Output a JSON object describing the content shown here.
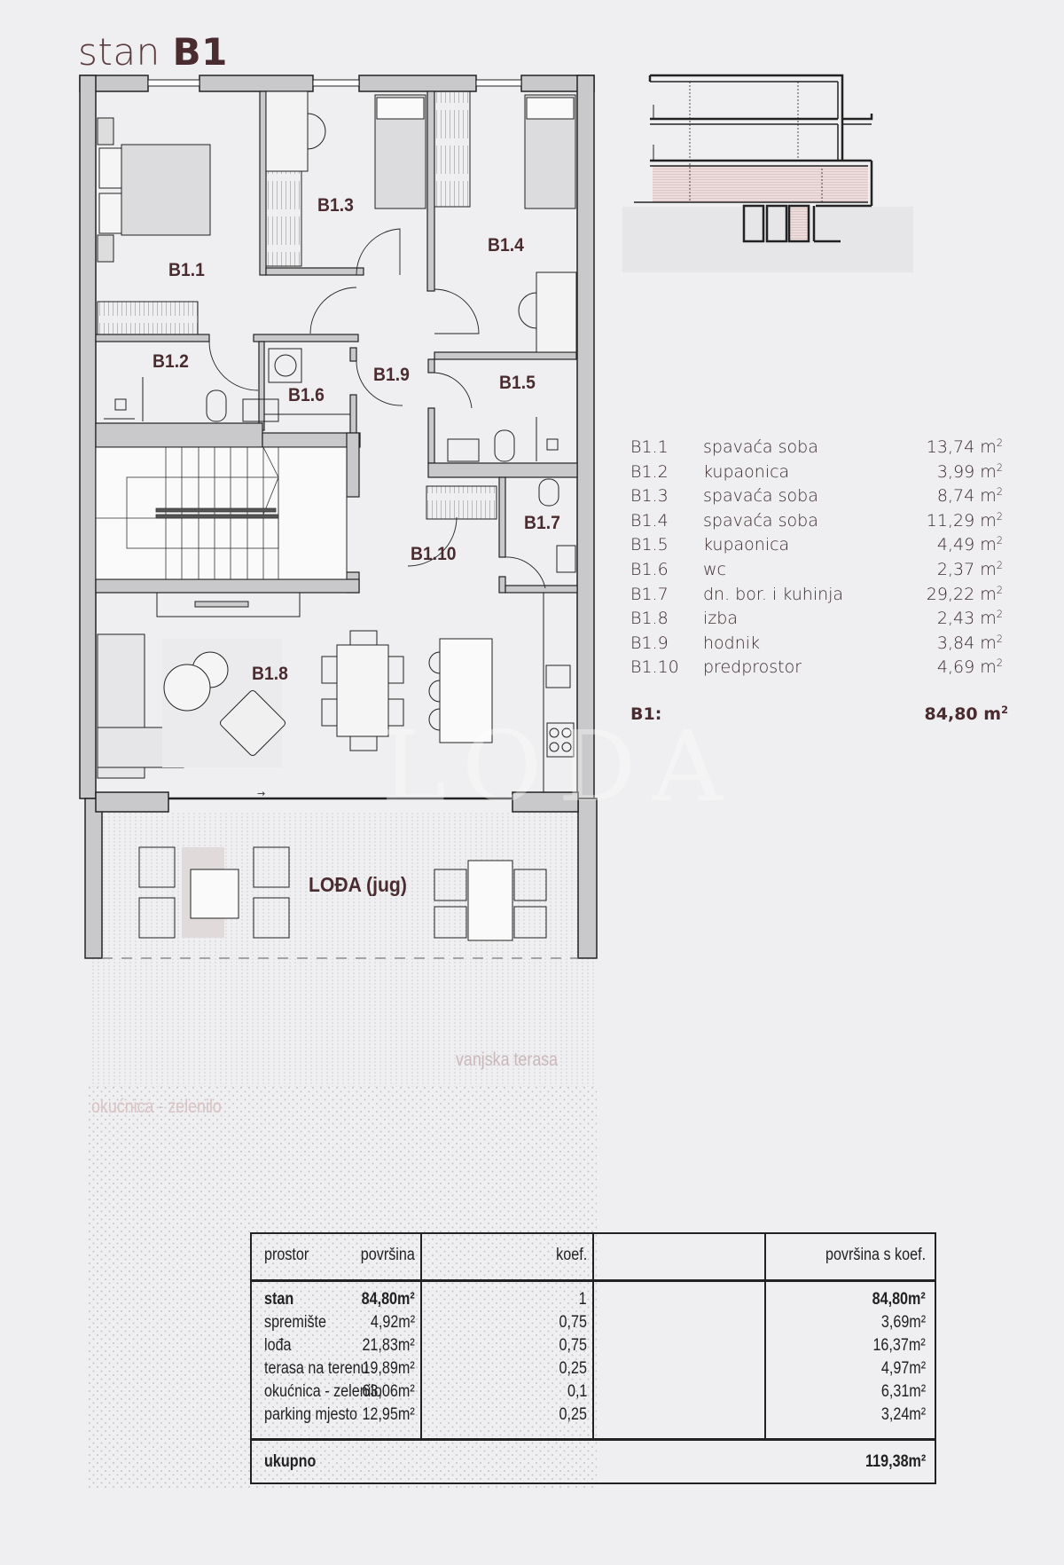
{
  "header": {
    "title_prefix": "stan",
    "title_unit": "B1"
  },
  "plan": {
    "rooms": [
      {
        "id": "B1.1",
        "label": "B1.1"
      },
      {
        "id": "B1.2",
        "label": "B1.2"
      },
      {
        "id": "B1.3",
        "label": "B1.3"
      },
      {
        "id": "B1.4",
        "label": "B1.4"
      },
      {
        "id": "B1.5",
        "label": "B1.5"
      },
      {
        "id": "B1.6",
        "label": "B1.6"
      },
      {
        "id": "B1.7",
        "label": "B1.7"
      },
      {
        "id": "B1.8",
        "label": "B1.8"
      },
      {
        "id": "B1.9",
        "label": "B1.9"
      },
      {
        "id": "B1.10",
        "label": "B1.10"
      }
    ],
    "loggia_label": "LOĐA (jug)",
    "terrace_label": "vanjska terasa",
    "garden_label": "okućnica - zelenilo",
    "watermark": "LODA"
  },
  "room_list": {
    "items": [
      {
        "code": "B1.1",
        "name": "spavaća soba",
        "area": "13,74 m",
        "unit_sup": "2"
      },
      {
        "code": "B1.2",
        "name": "kupaonica",
        "area": "3,99 m",
        "unit_sup": "2"
      },
      {
        "code": "B1.3",
        "name": "spavaća soba",
        "area": "8,74 m",
        "unit_sup": "2"
      },
      {
        "code": "B1.4",
        "name": "spavaća soba",
        "area": "11,29 m",
        "unit_sup": "2"
      },
      {
        "code": "B1.5",
        "name": "kupaonica",
        "area": "4,49 m",
        "unit_sup": "2"
      },
      {
        "code": "B1.6",
        "name": "wc",
        "area": "2,37 m",
        "unit_sup": "2"
      },
      {
        "code": "B1.7",
        "name": "dn. bor. i kuhinja",
        "area": "29,22 m",
        "unit_sup": "2"
      },
      {
        "code": "B1.8",
        "name": "izba",
        "area": "2,43 m",
        "unit_sup": "2"
      },
      {
        "code": "B1.9",
        "name": "hodnik",
        "area": "3,84 m",
        "unit_sup": "2"
      },
      {
        "code": "B1.10",
        "name": "predprostor",
        "area": "4,69 m",
        "unit_sup": "2"
      }
    ],
    "total": {
      "code": "B1:",
      "area": "84,80 m",
      "unit_sup": "2"
    }
  },
  "area_table": {
    "headers": [
      "prostor",
      "površina",
      "koef.",
      "površina s koef."
    ],
    "rows": [
      {
        "prostor": "stan",
        "povrsina": "84,80m²",
        "koef": "1",
        "povrsina_koef": "84,80m²",
        "bold": true
      },
      {
        "prostor": "spremište",
        "povrsina": "4,92m²",
        "koef": "0,75",
        "povrsina_koef": "3,69m²"
      },
      {
        "prostor": "lođa",
        "povrsina": "21,83m²",
        "koef": "0,75",
        "povrsina_koef": "16,37m²"
      },
      {
        "prostor": "terasa na terenu",
        "povrsina": "19,89m²",
        "koef": "0,25",
        "povrsina_koef": "4,97m²"
      },
      {
        "prostor": "okućnica - zelenilo",
        "povrsina": "63,06m²",
        "koef": "0,1",
        "povrsina_koef": "6,31m²"
      },
      {
        "prostor": "parking mjesto",
        "povrsina": "12,95m²",
        "koef": "0,25",
        "povrsina_koef": "3,24m²"
      }
    ],
    "total": {
      "label": "ukupno",
      "value": "119,38m²"
    }
  },
  "colors": {
    "accent": "#4a2c30",
    "wall_fill": "#c9c9cb",
    "background": "#efeef0",
    "section_highlight": "#e8d3d3"
  }
}
